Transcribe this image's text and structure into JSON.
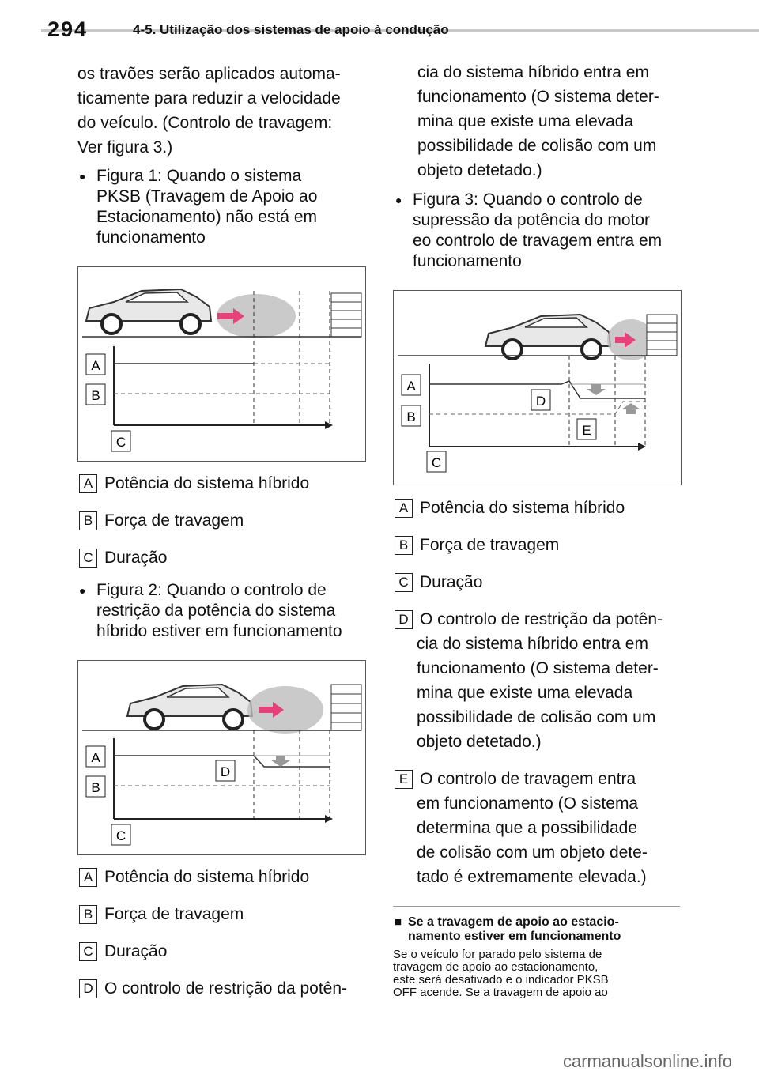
{
  "header": {
    "page_number": "294",
    "title": "4-5. Utilização dos sistemas de apoio à condução"
  },
  "col1": {
    "intro": [
      "os travões serão aplicados automa-",
      "ticamente para reduzir a velocidade",
      "do veículo. (Controlo de travagem:",
      "Ver figura 3.)"
    ],
    "bullet1": [
      "Figura 1: Quando o sistema",
      "PKSB (Travagem de Apoio ao",
      "Estacionamento) não está em",
      "funcionamento"
    ],
    "legend1": [
      {
        "key": "A",
        "text": "Potência do sistema híbrido"
      },
      {
        "key": "B",
        "text": "Força de travagem"
      },
      {
        "key": "C",
        "text": "Duração"
      }
    ],
    "bullet2": [
      "Figura 2: Quando o controlo de",
      "restrição da potência do sistema",
      "híbrido estiver em funcionamento"
    ],
    "legend2": [
      {
        "key": "A",
        "text": "Potência do sistema híbrido"
      },
      {
        "key": "B",
        "text": "Força de travagem"
      },
      {
        "key": "C",
        "text": "Duração"
      },
      {
        "key": "D",
        "text": "O controlo de restrição da potên-"
      }
    ]
  },
  "col2": {
    "cont": [
      "cia do sistema híbrido entra em",
      "funcionamento (O sistema deter-",
      "mina que existe uma elevada",
      "possibilidade de colisão com um",
      "objeto detetado.)"
    ],
    "bullet3": [
      "Figura 3: Quando o controlo de",
      "supressão da potência do motor",
      "eo controlo de travagem entra em",
      "funcionamento"
    ],
    "legend3": [
      {
        "key": "A",
        "text": "Potência do sistema híbrido"
      },
      {
        "key": "B",
        "text": "Força de travagem"
      },
      {
        "key": "C",
        "text": "Duração"
      }
    ],
    "legendD": {
      "key": "D",
      "lines": [
        "O controlo de restrição da potên-",
        "cia do sistema híbrido entra em",
        "funcionamento (O sistema deter-",
        "mina que existe uma elevada",
        "possibilidade de colisão com um",
        "objeto detetado.)"
      ]
    },
    "legendE": {
      "key": "E",
      "lines": [
        "O controlo de travagem entra",
        "em funcionamento (O sistema",
        "determina que a possibilidade",
        "de colisão com um objeto dete-",
        "tado é extremamente elevada.)"
      ]
    },
    "section_title": [
      "Se a travagem de apoio ao estacio-",
      "namento estiver em funcionamento"
    ],
    "section_text": [
      "Se o veículo for parado pelo sistema de",
      "travagem de apoio ao estacionamento,",
      "este será desativado e o indicador PKSB",
      "OFF acende. Se a travagem de apoio ao"
    ]
  },
  "figure_labels": {
    "a": "A",
    "b": "B",
    "c": "C",
    "d": "D",
    "e": "E"
  },
  "watermark": "carmanualsonline.info"
}
